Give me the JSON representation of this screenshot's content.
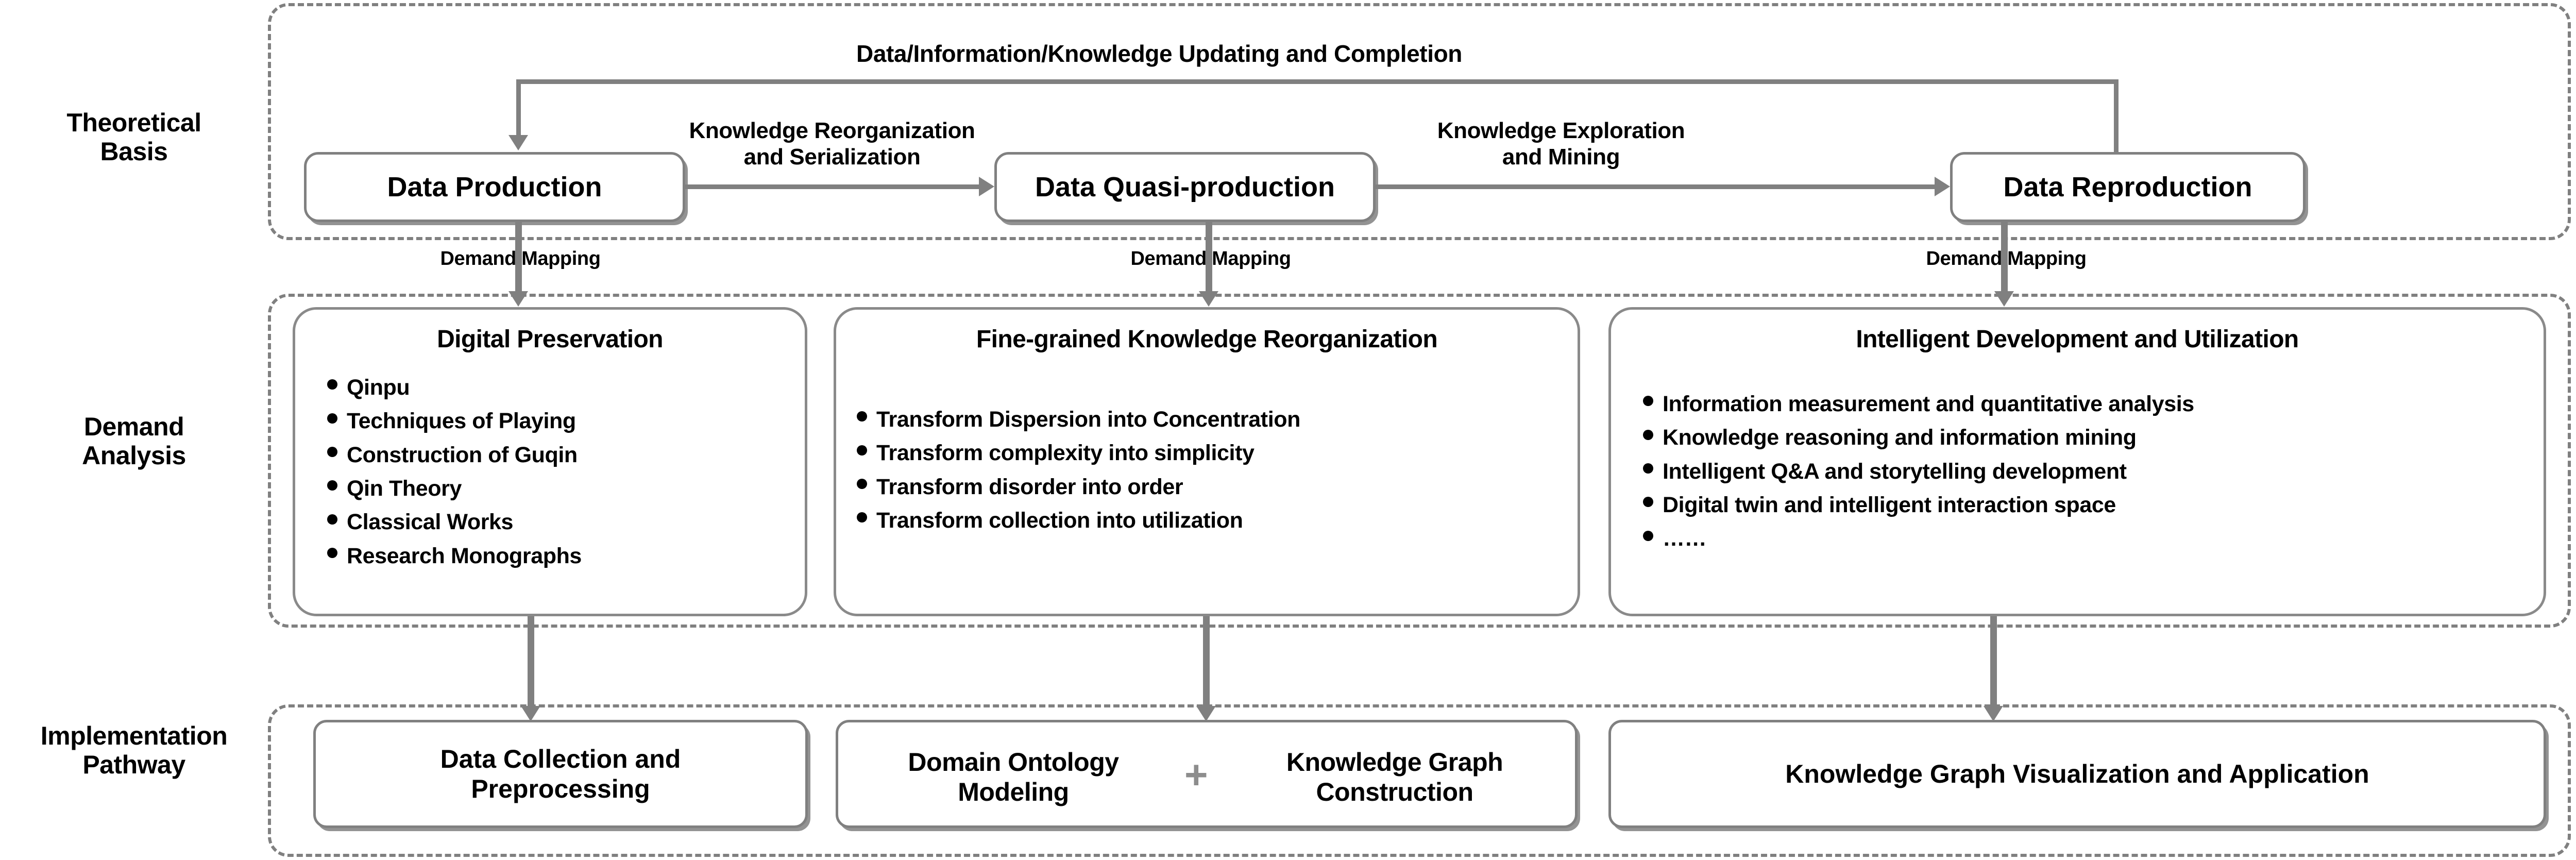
{
  "diagram": {
    "title_top": "Data/Information/Knowledge Updating and Completion",
    "rows": [
      {
        "label": "Theoretical\nBasis",
        "label_line1": "Theoretical",
        "label_line2": "Basis"
      },
      {
        "label": "Demand\nAnalysis",
        "label_line1": "Demand",
        "label_line2": "Analysis"
      },
      {
        "label": "Implementation\nPathway",
        "label_line1": "Implementation",
        "label_line2": "Pathway"
      }
    ],
    "theoretical_basis": {
      "nodes": [
        {
          "id": "data-production",
          "label": "Data Production"
        },
        {
          "id": "data-quasi-production",
          "label": "Data Quasi-production"
        },
        {
          "id": "data-reproduction",
          "label": "Data Reproduction"
        }
      ],
      "edges": [
        {
          "id": "edge-1",
          "line1": "Knowledge Reorganization",
          "line2": "and Serialization"
        },
        {
          "id": "edge-2",
          "line1": "Knowledge Exploration",
          "line2": "and Mining"
        }
      ],
      "feedback_label": "Data/Information/Knowledge Updating and Completion"
    },
    "demand_mapping_labels": [
      "Demand  Mapping",
      "Demand  Mapping",
      "Demand  Mapping"
    ],
    "demand_analysis": {
      "cards": [
        {
          "id": "digital-preservation",
          "title": "Digital Preservation",
          "items": [
            "Qinpu",
            "Techniques of Playing",
            "Construction of Guqin",
            "Qin Theory",
            "Classical Works",
            "Research Monographs"
          ]
        },
        {
          "id": "fine-grained-knowledge-reorganization",
          "title": "Fine-grained Knowledge Reorganization",
          "items": [
            "Transform Dispersion into Concentration",
            "Transform complexity into simplicity",
            "Transform disorder into order",
            "Transform collection into utilization"
          ]
        },
        {
          "id": "intelligent-development-and-utilization",
          "title": "Intelligent Development and Utilization",
          "items": [
            "Information measurement and quantitative analysis",
            "Knowledge reasoning and information mining",
            "Intelligent Q&A and storytelling development",
            "Digital twin and intelligent interaction space",
            "……"
          ]
        }
      ]
    },
    "implementation_pathway": {
      "boxes": [
        {
          "id": "data-collection-and-preprocessing",
          "line1": "Data Collection and",
          "line2": "Preprocessing"
        },
        {
          "id": "ontology-and-knowledge-graph",
          "left_line1": "Domain Ontology",
          "left_line2": "Modeling",
          "connector": "+",
          "right_line1": "Knowledge Graph",
          "right_line2": "Construction"
        },
        {
          "id": "knowledge-graph-visualization-and-application",
          "label": "Knowledge Graph Visualization and Application"
        }
      ]
    },
    "colors": {
      "line": "#808080",
      "box_border": "#808080",
      "card_border": "#8a8a8a",
      "text": "#000000",
      "plus": "#8d8d8d",
      "background": "#ffffff"
    }
  }
}
